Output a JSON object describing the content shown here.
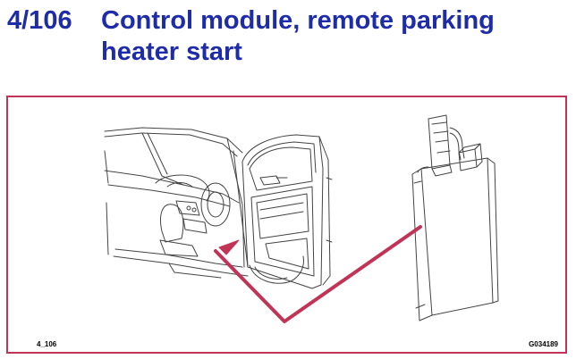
{
  "header": {
    "code": "4/106",
    "title": "Control module, remote parking heater start"
  },
  "figure": {
    "ref_left": "4_106",
    "ref_right": "G034189",
    "colors": {
      "frame": "#c23456",
      "pointer": "#c23456",
      "heading": "#1f2ca8",
      "linework": "#444444"
    }
  }
}
